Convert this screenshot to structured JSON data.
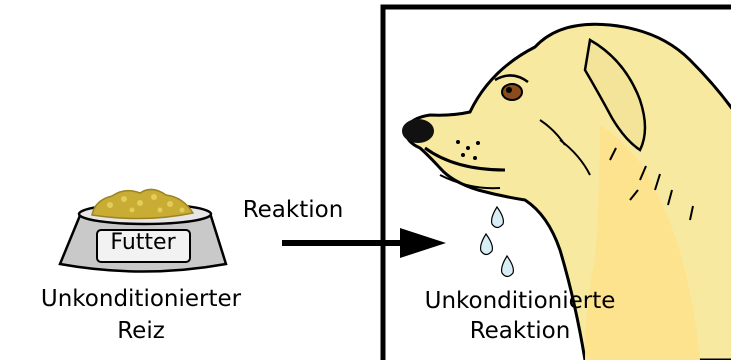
{
  "bowl": {
    "label": "Futter"
  },
  "stimulus": {
    "line1": "Unkonditionierter",
    "line2": "Reiz"
  },
  "arrow": {
    "label": "Reaktion"
  },
  "response": {
    "line1": "Unkonditionierte",
    "line2": "Reaktion"
  },
  "colors": {
    "food": "#c8ac33",
    "bowl_body": "#c9c9c9",
    "bowl_label_bg": "#f2f2f2",
    "dog_fur": "#f7eaa0",
    "dog_fur_shade": "#fde38d",
    "drops": "#d7eef7",
    "frame": "#000000"
  }
}
